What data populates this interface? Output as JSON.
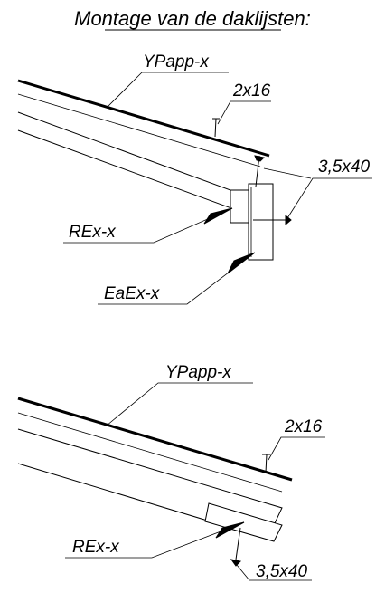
{
  "title": "Montage van de  daklijsten:",
  "top_detail": {
    "label_roof": "YPapp-x",
    "label_clip": "2x16",
    "label_screw": "3,5x40",
    "label_strip": "REx-x",
    "label_fascia": "EaEx-x"
  },
  "bottom_detail": {
    "label_roof": "YPapp-x",
    "label_clip": "2x16",
    "label_strip": "REx-x",
    "label_screw": "3,5x40"
  }
}
